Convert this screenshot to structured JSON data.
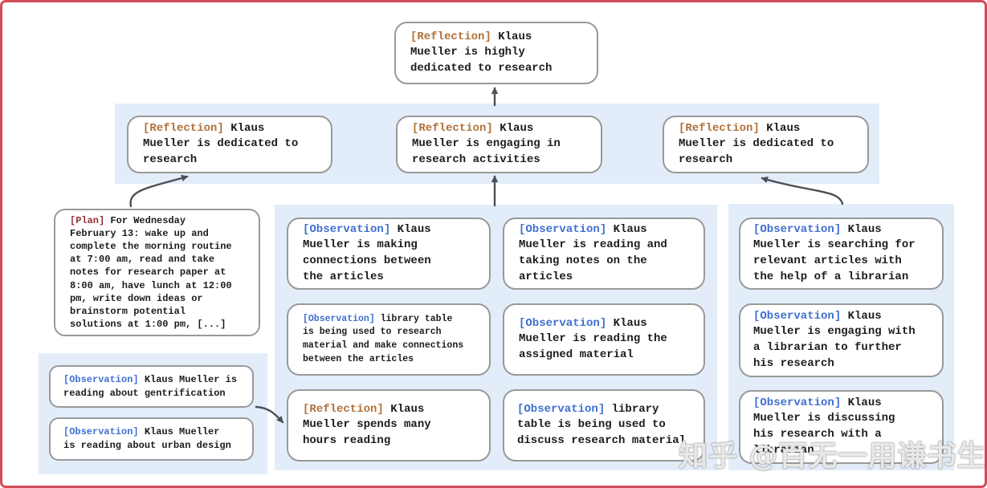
{
  "watermark": {
    "text": "知乎 @百无一用谦书生"
  },
  "colors": {
    "frame": "#d34a58",
    "panel_bg": "#e3edfa",
    "box_border": "#999999",
    "body_text": "#1c1c1c",
    "reflection_tag": "#b0713a",
    "observation_tag": "#3e6fd0",
    "plan_tag": "#963238",
    "arrow": "#4b5057"
  },
  "boxes": {
    "root": {
      "tag": "[Reflection]",
      "text": "Klaus Mueller is highly dedicated to research"
    },
    "row2_left": {
      "tag": "[Reflection]",
      "text": "Klaus Mueller is dedicated to research"
    },
    "row2_mid": {
      "tag": "[Reflection]",
      "text": "Klaus Mueller is engaging in research activities"
    },
    "row2_right": {
      "tag": "[Reflection]",
      "text": "Klaus Mueller is dedicated to research"
    },
    "plan": {
      "tag": "[Plan]",
      "text": "For Wednesday February 13: wake up and complete the morning routine at 7:00 am, read and take notes for research paper at 8:00 am, have lunch at 12:00 pm, write down ideas or brainstorm potential solutions at 1:00 pm, [...]"
    },
    "left_obs1": {
      "tag": "[Observation]",
      "text": "Klaus Mueller is reading about gentrification"
    },
    "left_obs2": {
      "tag": "[Observation]",
      "text": "Klaus Mueller is reading about urban design"
    },
    "mid_c1_r1": {
      "tag": "[Observation]",
      "text": "Klaus Mueller is making connections between the articles"
    },
    "mid_c1_r2": {
      "tag": "[Observation]",
      "text": "library table is being used to research material and make connections between the articles"
    },
    "mid_c1_r3": {
      "tag": "[Reflection]",
      "text": "Klaus Mueller spends many hours reading"
    },
    "mid_c2_r1": {
      "tag": "[Observation]",
      "text": "Klaus Mueller is reading and taking notes on the articles"
    },
    "mid_c2_r2": {
      "tag": "[Observation]",
      "text": "Klaus Mueller is reading the assigned material"
    },
    "mid_c2_r3": {
      "tag": "[Observation]",
      "text": "library table is being used to discuss research material"
    },
    "right_r1": {
      "tag": "[Observation]",
      "text": "Klaus Mueller is searching for relevant articles with the help of a librarian"
    },
    "right_r2": {
      "tag": "[Observation]",
      "text": "Klaus Mueller is engaging with a librarian to further his research"
    },
    "right_r3": {
      "tag": "[Observation]",
      "text": "Klaus Mueller is discussing his research with a librarian"
    }
  }
}
